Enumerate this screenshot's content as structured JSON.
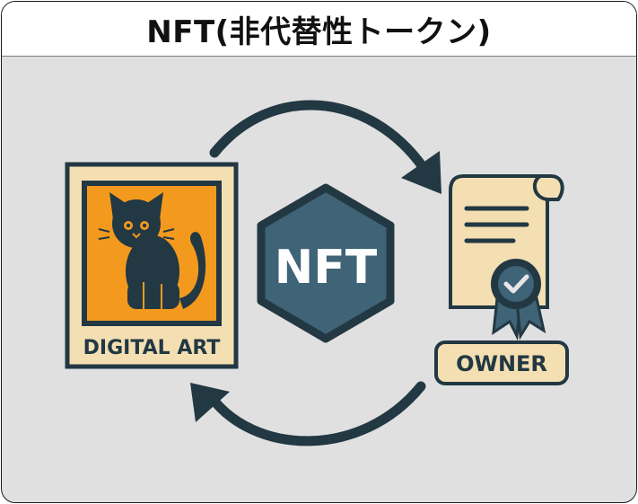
{
  "title": "NFT(非代替性トークン)",
  "artwork": {
    "label": "DIGITAL ART"
  },
  "token": {
    "label": "NFT"
  },
  "certificate": {
    "label": "OWNER"
  },
  "icons": [
    "cat-icon",
    "nft-hexagon-icon",
    "certificate-icon",
    "checkmark-badge-icon",
    "arrow-icon"
  ],
  "colors": {
    "background": "#e0e0e0",
    "dark": "#223843",
    "hexagon": "#3f6377",
    "cream": "#f3dfb2",
    "orange": "#f39a1e"
  }
}
